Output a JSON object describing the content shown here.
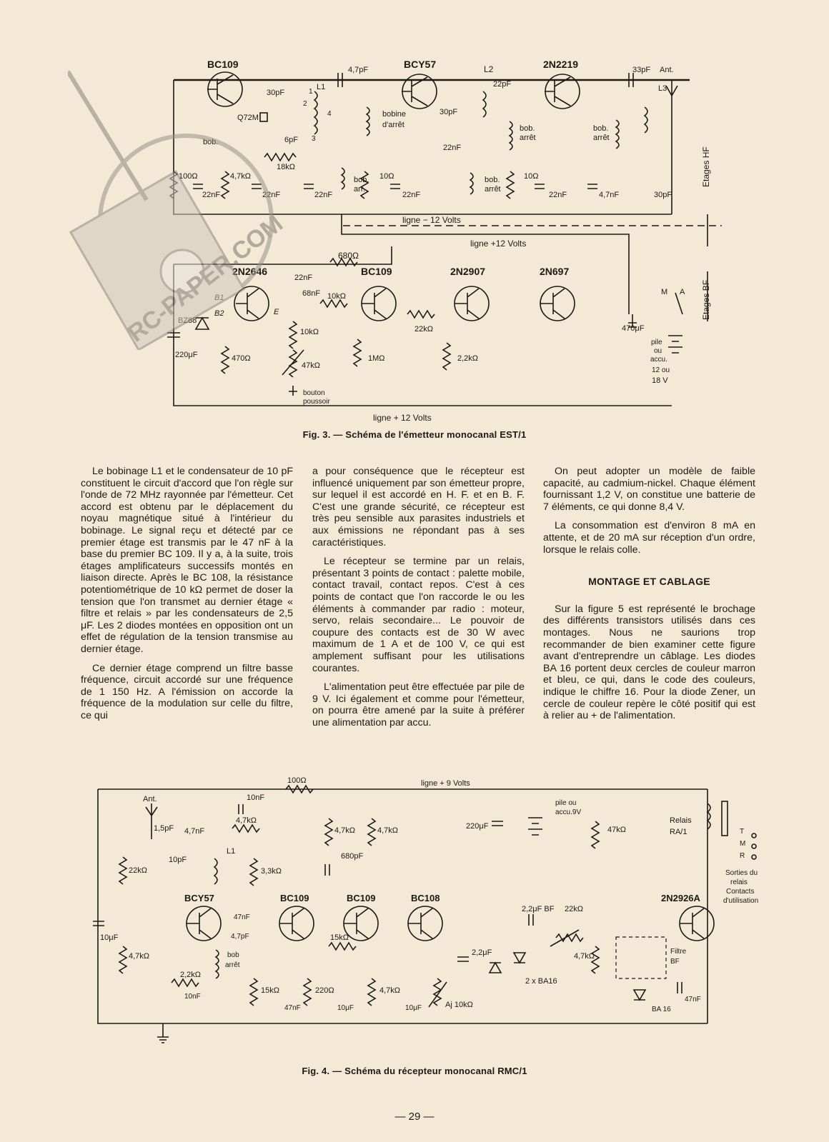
{
  "fig3": {
    "caption": "Fig. 3. — Schéma de l'émetteur monocanal EST/1",
    "transistors": [
      "BC109",
      "BCY57",
      "2N2219",
      "2N2646",
      "BC109",
      "2N2907",
      "2N697"
    ],
    "labels": {
      "c47pf": "4,7pF",
      "l2": "L2",
      "c22pf_top": "22pF",
      "c33pf": "33pF",
      "ant": "Ant.",
      "c30pf_a": "30pF",
      "l1": "L1",
      "q72m": "Q72M",
      "c6pf": "6pF",
      "bob_osc": "bob.",
      "r18k": "18kΩ",
      "n1": "1",
      "n2": "2",
      "n3": "3",
      "n4": "4",
      "r100": "100Ω",
      "c22nf_a": "22nF",
      "r47k_a": "4,7kΩ",
      "c22nf_b": "22nF",
      "c22nf_c": "22nF",
      "bob_arr_a1": "bob.",
      "bob_arr_a2": "arr.",
      "bobine_d1": "bobine",
      "bobine_d2": "d'arrêt",
      "c30pf_b": "30pF",
      "r10_a": "10Ω",
      "c22nf_d": "22nF",
      "c22nf_e": "22nF",
      "bob_arret_b1": "bob.",
      "bob_arret_b2": "arrêt",
      "bob_arret_c1": "bob.",
      "bob_arret_c2": "arrêt",
      "bob_arret_d1": "bob.",
      "bob_arret_d2": "arrêt",
      "r10_b": "10Ω",
      "c22nf_f": "22nF",
      "c47nf": "4,7nF",
      "l3": "L3",
      "c30pf_c": "30pF",
      "etages_hf": "Etages HF",
      "etages_bf": "Etages BF",
      "ligne_m12": "ligne − 12 Volts",
      "ligne_p12_a": "ligne +12 Volts",
      "ligne_p12_b": "ligne + 12 Volts",
      "r680": "680Ω",
      "c22nf_g": "22nF",
      "c68nf": "68nF",
      "r10k_a": "10kΩ",
      "b1": "B1",
      "b2": "B2",
      "e": "E",
      "bz88": "BZ88",
      "c220": "220μF",
      "r470": "470Ω",
      "r10k_b": "10kΩ",
      "r47k_pot": "47kΩ",
      "bouton1": "bouton",
      "bouton2": "poussoir",
      "r1m": "1MΩ",
      "r22k": "22kΩ",
      "r22k2": "2,2kΩ",
      "c470": "470μF",
      "m": "M",
      "a": "A",
      "pile1": "pile",
      "pile2": "ou",
      "pile3": "accu.",
      "pile4": "12 ou",
      "pile5": "18 V"
    }
  },
  "watermark": {
    "text": "RC-PAPER.COM"
  },
  "columns": [
    {
      "paragraphs": [
        "Le bobinage L1 et le condensateur de 10 pF constituent le circuit d'accord que l'on règle sur l'onde de 72 MHz rayonnée par l'émetteur. Cet accord est obtenu par le déplacement du noyau magnétique situé à l'intérieur du bobinage. Le signal reçu et détecté par ce premier étage est transmis par le 47 nF à la base du premier BC 109. Il y a, à la suite, trois étages amplificateurs successifs montés en liaison directe. Après le BC 108, la résistance potentiométrique de 10 kΩ permet de doser la tension que l'on transmet au dernier étage « filtre et relais » par les condensateurs de 2,5 μF. Les 2 diodes montées en opposition ont un effet de régulation de la tension transmise au dernier étage.",
        "Ce dernier étage comprend un filtre basse fréquence, circuit accordé sur une fréquence de 1 150 Hz. A l'émission on accorde la fréquence de la modulation sur celle du filtre, ce qui"
      ]
    },
    {
      "paragraphs": [
        "a pour conséquence que le récepteur est influencé uniquement par son émetteur propre, sur lequel il est accordé en H. F. et en B. F. C'est une grande sécurité, ce récepteur est très peu sensible aux parasites industriels et aux émissions ne répondant pas à ses caractéristiques.",
        "Le récepteur se termine par un relais, présentant 3 points de contact : palette mobile, contact travail, contact repos. C'est à ces points de contact que l'on raccorde le ou les éléments à commander par radio : moteur, servo, relais secondaire... Le pouvoir de coupure des contacts est de 30 W avec maximum de 1 A et de 100 V, ce qui est amplement suffisant pour les utilisations courantes.",
        "L'alimentation peut être effectuée par pile de 9 V. Ici également et comme pour l'émetteur, on pourra être amené par la suite à préférer une alimentation par accu."
      ]
    },
    {
      "paragraphs_a": [
        "On peut adopter un modèle de faible capacité, au cadmium-nickel. Chaque élément fournissant 1,2 V, on constitue une batterie de 7 éléments, ce qui donne 8,4 V.",
        "La consommation est d'environ 8 mA en attente, et de 20 mA sur réception d'un ordre, lorsque le relais colle."
      ],
      "heading": "MONTAGE ET CABLAGE",
      "paragraphs_b": [
        "Sur la figure 5 est représenté le brochage des différents transistors utilisés dans ces montages. Nous ne saurions trop recommander de bien examiner cette figure avant d'entreprendre un câblage. Les diodes BA 16 portent deux cercles de couleur marron et bleu, ce qui, dans le code des couleurs, indique le chiffre 16. Pour la diode Zener, un cercle de couleur repère le côté positif qui est à relier au + de l'alimentation."
      ]
    }
  ],
  "fig4": {
    "caption": "Fig. 4. — Schéma du récepteur monocanal RMC/1",
    "labels": {
      "r100": "100Ω",
      "ligne9": "ligne + 9 Volts",
      "ant": "Ant.",
      "c10nf_a": "10nF",
      "r47k_fb": "4,7kΩ",
      "c15pf": "1,5pF",
      "c47nf_a": "4,7nF",
      "l1": "L1",
      "c10pf": "10pF",
      "r22k": "22kΩ",
      "r33k": "3,3kΩ",
      "bcy57": "BCY57",
      "c47nf_b": "47nF",
      "c47pf": "4,7pF",
      "c10uf_a": "10μF",
      "r47k_b": "4,7kΩ",
      "bob1": "bob",
      "bob2": "arrêt",
      "r22k2": "2,2kΩ",
      "c10nf_b": "10nF",
      "bc109a": "BC109",
      "bc109b": "BC109",
      "bc108": "BC108",
      "r47k_c": "4,7kΩ",
      "r47k_d": "4,7kΩ",
      "c680": "680pF",
      "r15k_a": "15kΩ",
      "r15k_b": "15kΩ",
      "c47nf_c": "47nF",
      "r220": "220Ω",
      "c10uf_b": "10μF",
      "r47k_e": "4,7kΩ",
      "c10uf_c": "10μF",
      "aj": "Aj 10kΩ",
      "c22uf": "2,2μF",
      "c22uf_bf": "2,2μF BF",
      "r22k_b": "22kΩ",
      "diodes": "2 x BA16",
      "c220uf": "220μF",
      "pile1": "pile ou",
      "pile2": "accu.9V",
      "r47k_f": "47kΩ",
      "r47k_g": "4,7kΩ",
      "relais1": "Relais",
      "relais2": "RA/1",
      "t": "T",
      "mm": "M",
      "r": "R",
      "sort1": "Sorties du",
      "sort2": "relais",
      "sort3": "Contacts",
      "sort4": "d'utilisation",
      "t2n": "2N2926A",
      "filtre1": "Filtre",
      "filtre2": "BF",
      "c47nf_d": "47nF",
      "ba16": "BA 16"
    }
  },
  "page_number": "— 29 —"
}
